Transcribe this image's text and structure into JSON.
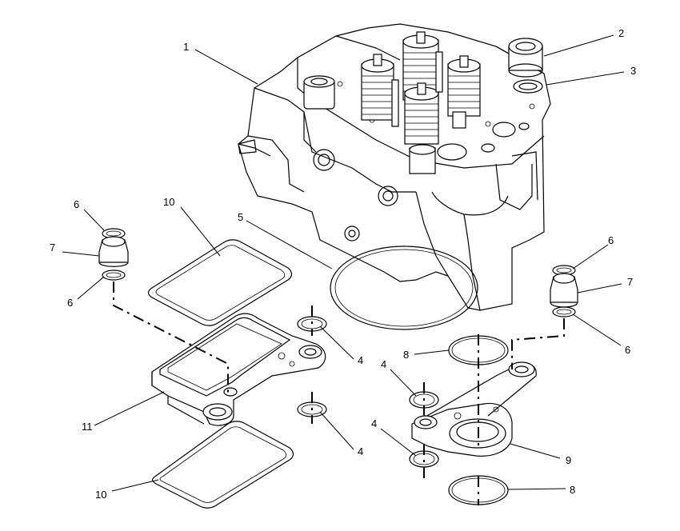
{
  "callouts": {
    "c1": "1",
    "c2": "2",
    "c3": "3",
    "c4a": "4",
    "c4b": "4",
    "c4c": "4",
    "c4d": "4",
    "c5": "5",
    "c6a": "6",
    "c6b": "6",
    "c6c": "6",
    "c6d": "6",
    "c7a": "7",
    "c7b": "7",
    "c8a": "8",
    "c8b": "8",
    "c9": "9",
    "c10a": "10",
    "c10b": "10",
    "c11": "11"
  }
}
